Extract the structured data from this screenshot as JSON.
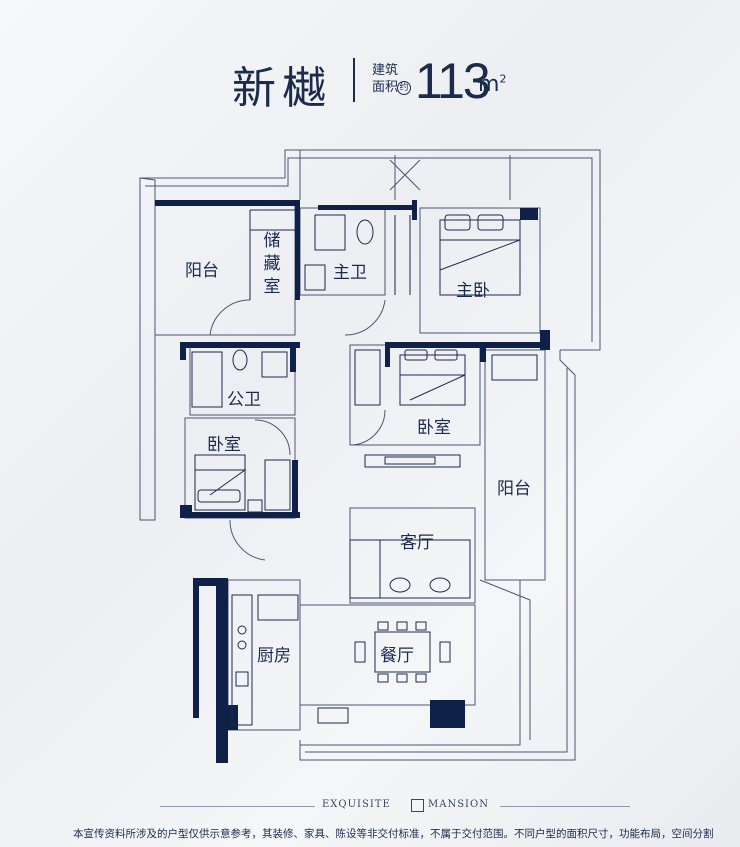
{
  "header": {
    "title": "新樾",
    "area_label": "建筑面积",
    "area_approx": "约",
    "area_value": "113",
    "area_unit": "m",
    "area_unit_sup": "2"
  },
  "rooms": {
    "balcony_top_left": "阳台",
    "storage": "储藏室",
    "master_bath": "主卫",
    "master_bedroom": "主卧",
    "public_bath": "公卫",
    "bedroom_right": "卧室",
    "bedroom_left": "卧室",
    "balcony_right": "阳台",
    "living_room": "客厅",
    "kitchen": "厨房",
    "dining_room": "餐厅"
  },
  "footer": {
    "brand_left": "EXQUISITE",
    "brand_right": "MANSION",
    "disclaimer": "本宣传资料所涉及的户型仅供示意参考，其装修、家具、陈设等非交付标准，不属于交付范围。不同户型的面积尺寸，功能布局，空间分割，门窗/管井形"
  },
  "colors": {
    "wall": "#0f2148",
    "line": "#1b2b4b",
    "background": "#f3f4f6"
  }
}
